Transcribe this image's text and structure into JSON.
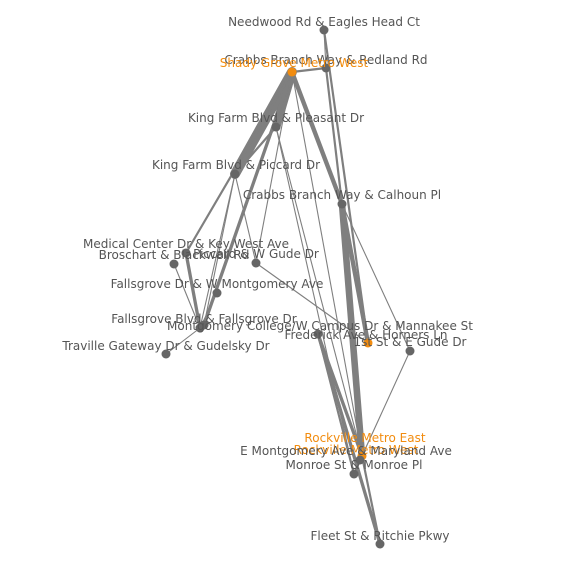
{
  "colors": {
    "edge": "#7f7f7f",
    "node": "#666666",
    "highlight": "#f28c0f",
    "background": "#ffffff"
  },
  "nodes": [
    {
      "id": "needwood",
      "label": "Needwood Rd & Eagles Head Ct",
      "highlight": false
    },
    {
      "id": "crabbs_redland",
      "label": "Crabbs Branch Way & Redland Rd",
      "highlight": false
    },
    {
      "id": "shady_grove",
      "label": "Shady Grove Metro West",
      "highlight": true
    },
    {
      "id": "kingfarm_pleasant",
      "label": "King Farm Blvd & Pleasant Dr",
      "highlight": false
    },
    {
      "id": "kingfarm_piccard",
      "label": "King Farm Blvd & Piccard Dr",
      "highlight": false
    },
    {
      "id": "crabbs_calhoun",
      "label": "Crabbs Branch Way & Calhoun Pl",
      "highlight": false
    },
    {
      "id": "medical_keywest",
      "label": "Medical Center Dr & Key West Ave",
      "highlight": false
    },
    {
      "id": "broschart",
      "label": "Broschart & Blackwell Rd",
      "highlight": false
    },
    {
      "id": "piccard_gude",
      "label": "Piccard & W Gude Dr",
      "highlight": false
    },
    {
      "id": "fallsgrove_montgomery",
      "label": "Fallsgrove Dr & W Montgomery Ave",
      "highlight": false
    },
    {
      "id": "fallsgrove_blvd",
      "label": "Fallsgrove Blvd & Fallsgrove Dr",
      "highlight": false
    },
    {
      "id": "montgomery_college",
      "label": "Montgomery College/W Campus Dr & Mannakee St",
      "highlight": false
    },
    {
      "id": "traville",
      "label": "Traville Gateway Dr & Gudelsky Dr",
      "highlight": false
    },
    {
      "id": "frederick_horners",
      "label": "Frederick Ave & Horners Ln",
      "highlight": false
    },
    {
      "id": "first_gude",
      "label": "1st St & E Gude Dr",
      "highlight": false
    },
    {
      "id": "rockville_east",
      "label": "Rockville Metro East",
      "highlight": true
    },
    {
      "id": "rockville_west",
      "label": "Rockville Metro West",
      "highlight": true
    },
    {
      "id": "e_montgomery_maryland",
      "label": "E Montgomery Ave & Maryland Ave",
      "highlight": false
    },
    {
      "id": "monroe",
      "label": "Monroe St & Monroe Pl",
      "highlight": false
    },
    {
      "id": "fleet_ritchie",
      "label": "Fleet St & Ritchie Pkwy",
      "highlight": false
    }
  ],
  "edges": [
    {
      "source": "shady_grove",
      "target": "kingfarm_piccard",
      "weight": 9
    },
    {
      "source": "shady_grove",
      "target": "kingfarm_pleasant",
      "weight": 8
    },
    {
      "source": "shady_grove",
      "target": "crabbs_calhoun",
      "weight": 4
    },
    {
      "source": "shady_grove",
      "target": "crabbs_redland",
      "weight": 2
    },
    {
      "source": "shady_grove",
      "target": "fallsgrove_blvd",
      "weight": 3
    },
    {
      "source": "shady_grove",
      "target": "medical_keywest",
      "weight": 2
    },
    {
      "source": "shady_grove",
      "target": "piccard_gude",
      "weight": 1
    },
    {
      "source": "shady_grove",
      "target": "rockville_west",
      "weight": 1
    },
    {
      "source": "needwood",
      "target": "crabbs_redland",
      "weight": 1
    },
    {
      "source": "needwood",
      "target": "rockville_east",
      "weight": 2
    },
    {
      "source": "crabbs_redland",
      "target": "crabbs_calhoun",
      "weight": 2
    },
    {
      "source": "crabbs_calhoun",
      "target": "rockville_west",
      "weight": 6
    },
    {
      "source": "crabbs_calhoun",
      "target": "rockville_east",
      "weight": 4
    },
    {
      "source": "crabbs_calhoun",
      "target": "first_gude",
      "weight": 1
    },
    {
      "source": "kingfarm_pleasant",
      "target": "rockville_west",
      "weight": 1
    },
    {
      "source": "kingfarm_pleasant",
      "target": "monroe",
      "weight": 1
    },
    {
      "source": "kingfarm_pleasant",
      "target": "kingfarm_piccard",
      "weight": 2
    },
    {
      "source": "kingfarm_piccard",
      "target": "fallsgrove_blvd",
      "weight": 1
    },
    {
      "source": "kingfarm_piccard",
      "target": "montgomery_college",
      "weight": 1
    },
    {
      "source": "kingfarm_piccard",
      "target": "piccard_gude",
      "weight": 1
    },
    {
      "source": "medical_keywest",
      "target": "montgomery_college",
      "weight": 3
    },
    {
      "source": "broschart",
      "target": "montgomery_college",
      "weight": 1
    },
    {
      "source": "fallsgrove_montgomery",
      "target": "montgomery_college",
      "weight": 1
    },
    {
      "source": "traville",
      "target": "montgomery_college",
      "weight": 1
    },
    {
      "source": "montgomery_college",
      "target": "fallsgrove_blvd",
      "weight": 1
    },
    {
      "source": "piccard_gude",
      "target": "rockville_east",
      "weight": 1
    },
    {
      "source": "frederick_horners",
      "target": "rockville_west",
      "weight": 3
    },
    {
      "source": "frederick_horners",
      "target": "monroe",
      "weight": 2
    },
    {
      "source": "frederick_horners",
      "target": "fleet_ritchie",
      "weight": 3
    },
    {
      "source": "first_gude",
      "target": "rockville_west",
      "weight": 1
    },
    {
      "source": "rockville_west",
      "target": "monroe",
      "weight": 2
    },
    {
      "source": "rockville_west",
      "target": "fleet_ritchie",
      "weight": 2
    },
    {
      "source": "rockville_west",
      "target": "e_montgomery_maryland",
      "weight": 1
    }
  ]
}
